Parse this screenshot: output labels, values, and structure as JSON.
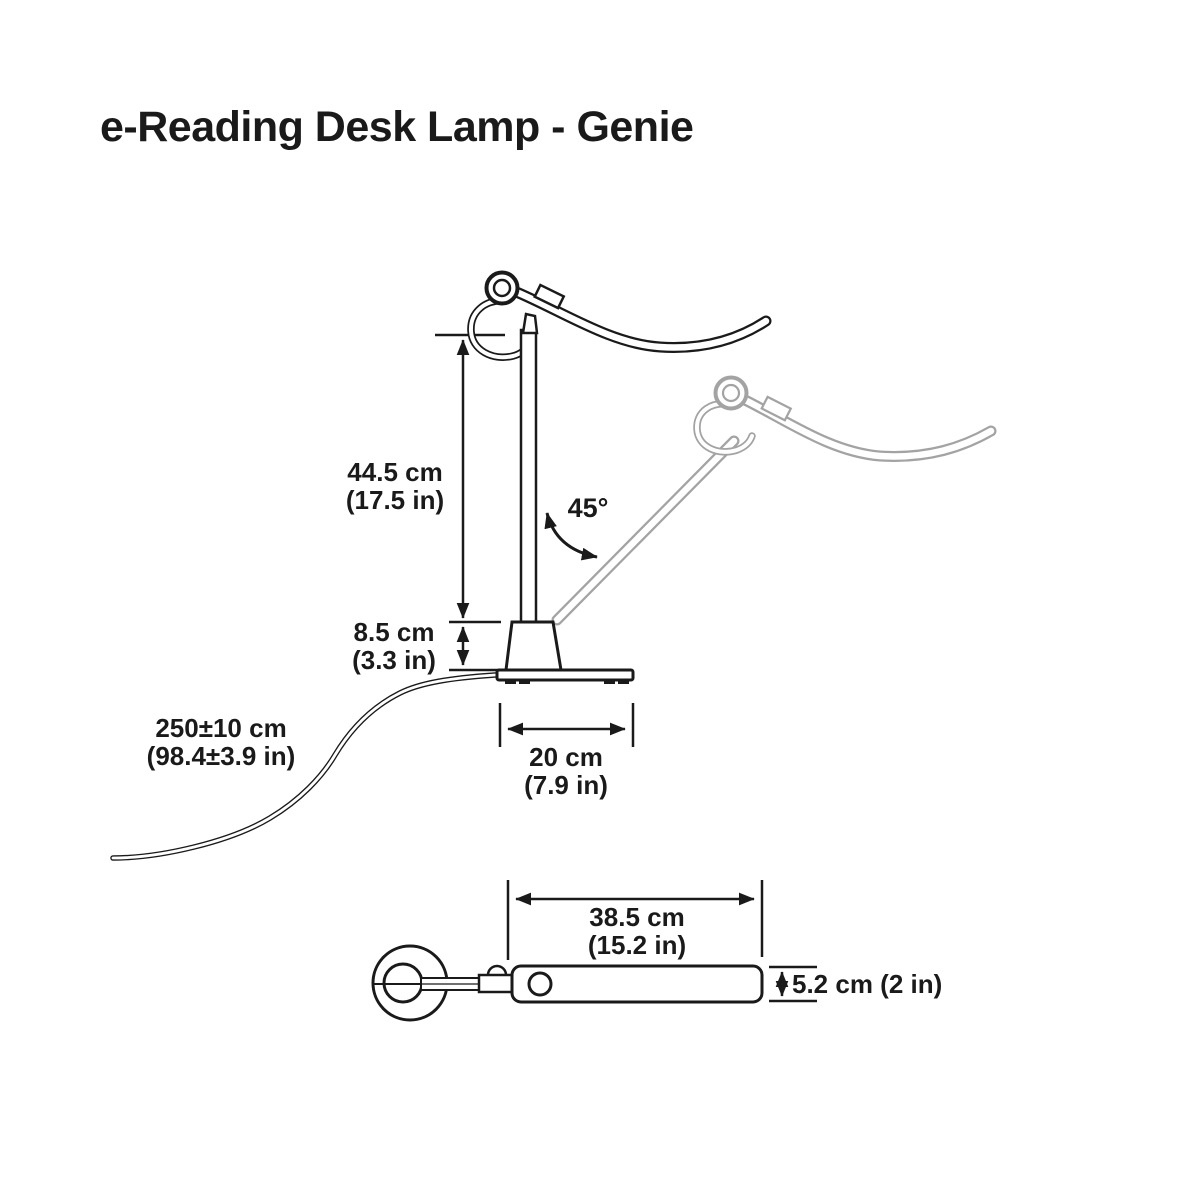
{
  "title": "e-Reading Desk Lamp - Genie",
  "colors": {
    "ink": "#1a1a1a",
    "ghost": "#a3a3a3",
    "background": "#ffffff"
  },
  "labels": {
    "pole_height_cm": "44.5 cm",
    "pole_height_in": "(17.5 in)",
    "tilt_angle": "45°",
    "base_height_cm": "8.5 cm",
    "base_height_in": "(3.3 in)",
    "cord_length_cm": "250±10 cm",
    "cord_length_in": "(98.4±3.9 in)",
    "base_width_cm": "20 cm",
    "base_width_in": "(7.9 in)",
    "head_length_cm": "38.5 cm",
    "head_length_in": "(15.2 in)",
    "head_depth": "5.2 cm (2 in)"
  }
}
